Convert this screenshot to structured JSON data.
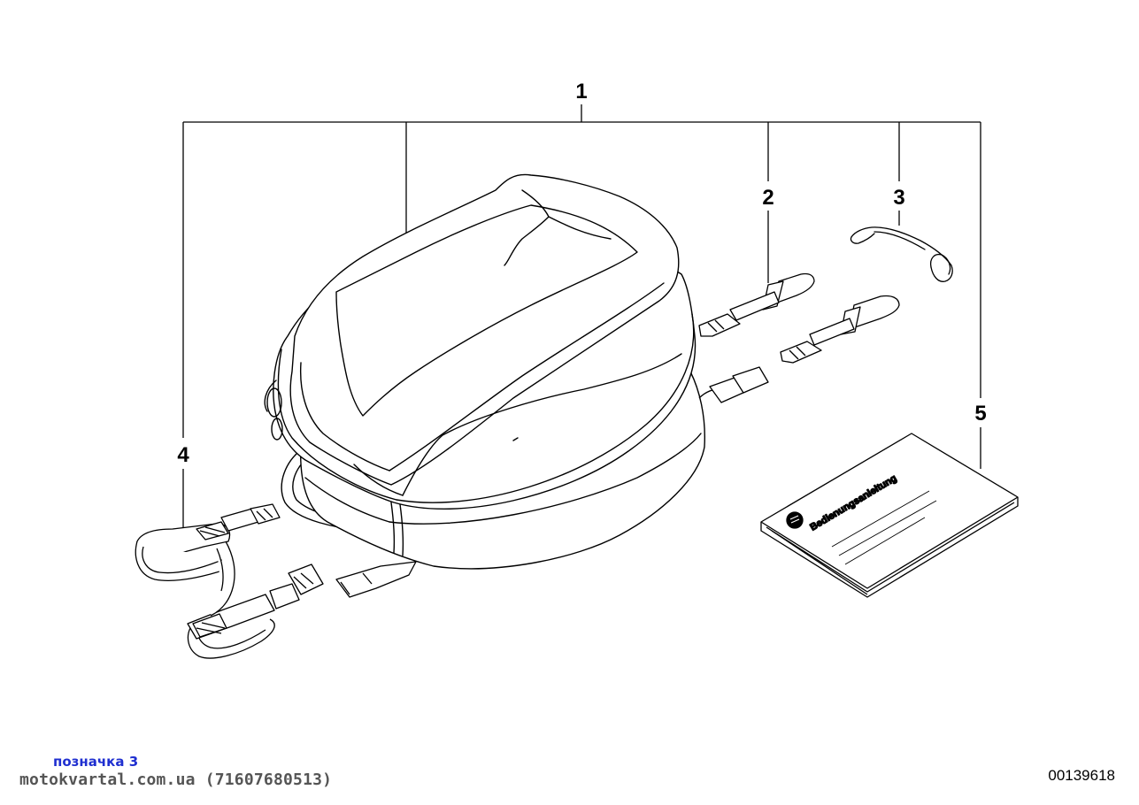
{
  "callouts": [
    "1",
    "2",
    "3",
    "4",
    "5"
  ],
  "manual_title": "Bedienungsanleitung",
  "footer": {
    "link_label": "позначка 3",
    "watermark": "motokvartal.com.ua (71607680513)",
    "ref_number": "00139618"
  },
  "parts": {
    "tank_bag": "tank-bag",
    "strap_pair": "strap-pair",
    "hook": "hook",
    "mounting_straps": "mounting-straps",
    "manual": "manual"
  }
}
